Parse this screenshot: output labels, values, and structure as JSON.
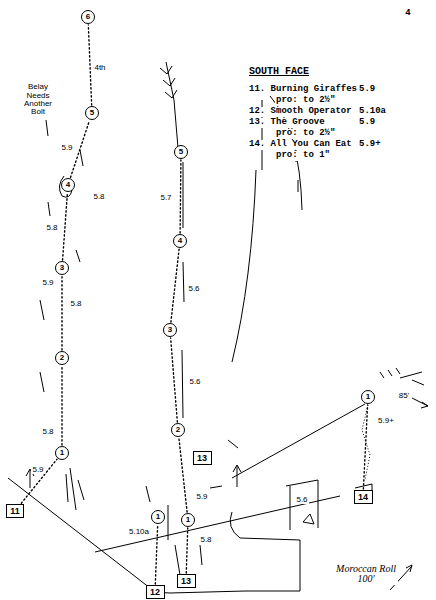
{
  "diagram": {
    "title": "SOUTH FACE",
    "nodes": [
      {
        "text": [
          "11"
        ]
      },
      {
        "text": [
          "1"
        ]
      },
      {
        "text": [
          "2"
        ]
      },
      {
        "text": [
          "3"
        ]
      },
      {
        "text": [
          "4"
        ]
      },
      {
        "text": [
          "5"
        ]
      },
      {
        "text": [
          "6"
        ]
      },
      {
        "text": [
          "12"
        ]
      },
      {
        "text": [
          "13"
        ]
      },
      {
        "text": [
          "1"
        ]
      },
      {
        "text": [
          "1"
        ]
      },
      {
        "text": [
          "13"
        ]
      },
      {
        "text": [
          "2"
        ]
      },
      {
        "text": [
          "3"
        ]
      },
      {
        "text": [
          "4"
        ]
      },
      {
        "text": [
          "5"
        ]
      },
      {
        "text": [
          "14"
        ]
      },
      {
        "text": [
          "1"
        ]
      }
    ],
    "edges": [
      {
        "from": 0,
        "to": 1,
        "arrow": "none"
      },
      {
        "from": 1,
        "to": 2,
        "arrow": "none"
      },
      {
        "from": 2,
        "to": 3,
        "arrow": "none"
      },
      {
        "from": 3,
        "to": 4,
        "arrow": "none"
      },
      {
        "from": 4,
        "to": 5,
        "arrow": "none"
      },
      {
        "from": 5,
        "to": 6,
        "arrow": "none"
      },
      {
        "from": 7,
        "to": 9,
        "arrow": "none"
      },
      {
        "from": 8,
        "to": 10,
        "arrow": "none"
      },
      {
        "from": 10,
        "to": 12,
        "arrow": "none"
      },
      {
        "from": 12,
        "to": 13,
        "arrow": "none"
      },
      {
        "from": 13,
        "to": 14,
        "arrow": "none"
      },
      {
        "from": 14,
        "to": 15,
        "arrow": "none"
      },
      {
        "from": 16,
        "to": 17,
        "arrow": "none"
      }
    ],
    "labels": [
      "4",
      "11. Burning Giraffes",
      "5.9",
      "pro: to 2½\"",
      "12. Smooth Operator",
      "5.10a",
      "13. The Groove",
      "5.9",
      "pro: to 2½\"",
      "14. All You Can Eat",
      "5.9+",
      "pro: to 1\"",
      "5.9",
      "5.8",
      "5.8",
      "5.9",
      "5.8",
      "5.8",
      "5.9",
      "4th",
      "Belay Needs Another Bolt",
      "5.10a",
      "5.8",
      "5.9",
      "5.6",
      "5.6",
      "5.7",
      "5.9+",
      "85'",
      "5.6",
      "Moroccan Roll 100'"
    ]
  }
}
